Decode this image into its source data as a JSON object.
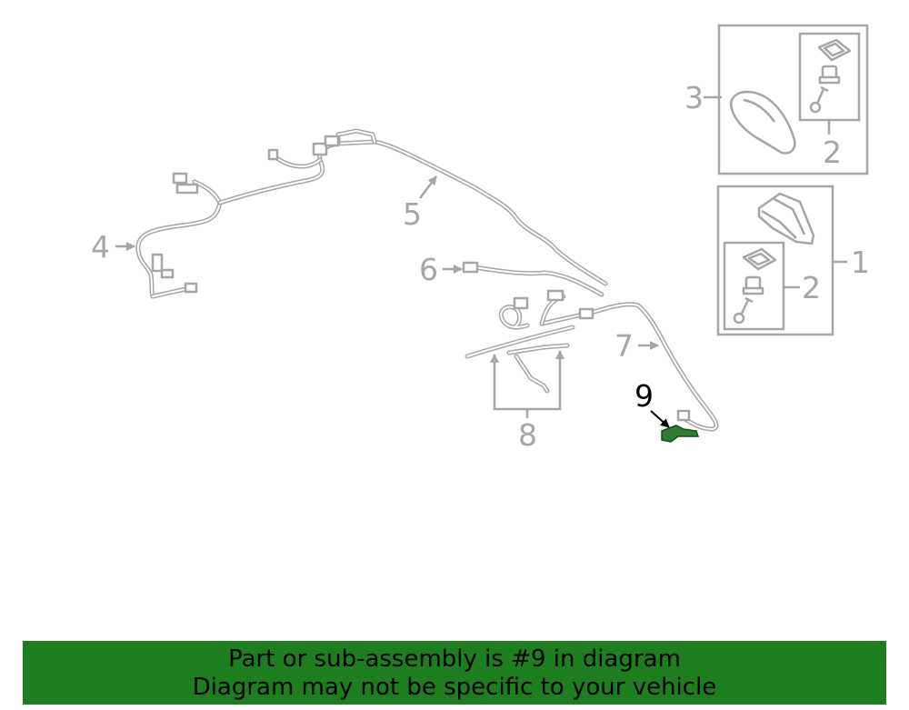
{
  "callouts": {
    "c1": "1",
    "c2a": "2",
    "c2b": "2",
    "c3": "3",
    "c4": "4",
    "c5": "5",
    "c6": "6",
    "c7": "7",
    "c8": "8",
    "c9": "9"
  },
  "highlighted_part": "9",
  "colors": {
    "line_art": "#a6a6a6",
    "highlight_part": "#2e7d32",
    "banner_background": "#1e7d1e",
    "banner_text": "#000000"
  },
  "banner": {
    "line1": "Part or sub-assembly is #9 in diagram",
    "line2": "Diagram may not be specific to your vehicle"
  }
}
